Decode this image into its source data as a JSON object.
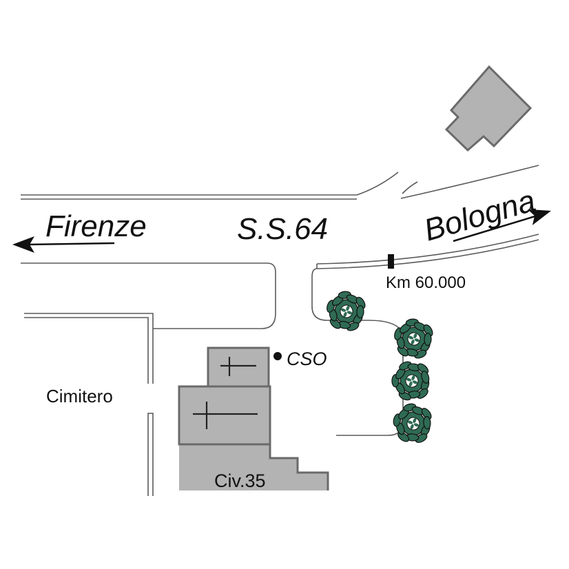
{
  "labels": {
    "firenze": "Firenze",
    "road": "S.S.64",
    "bologna": "Bologna",
    "km": "Km 60.000",
    "cso": "CSO",
    "cimitero": "Cimitero",
    "civic": "Civ.35"
  },
  "icons": [
    "arrow-left-icon",
    "arrow-right-icon",
    "cross-icon",
    "tree-icon",
    "point-marker-icon",
    "km-marker-icon"
  ],
  "colors": {
    "building": "#b3b3b3",
    "building_edge": "#6a6a6a",
    "tree": "#2f6b54",
    "road": "#5a5a5a"
  }
}
